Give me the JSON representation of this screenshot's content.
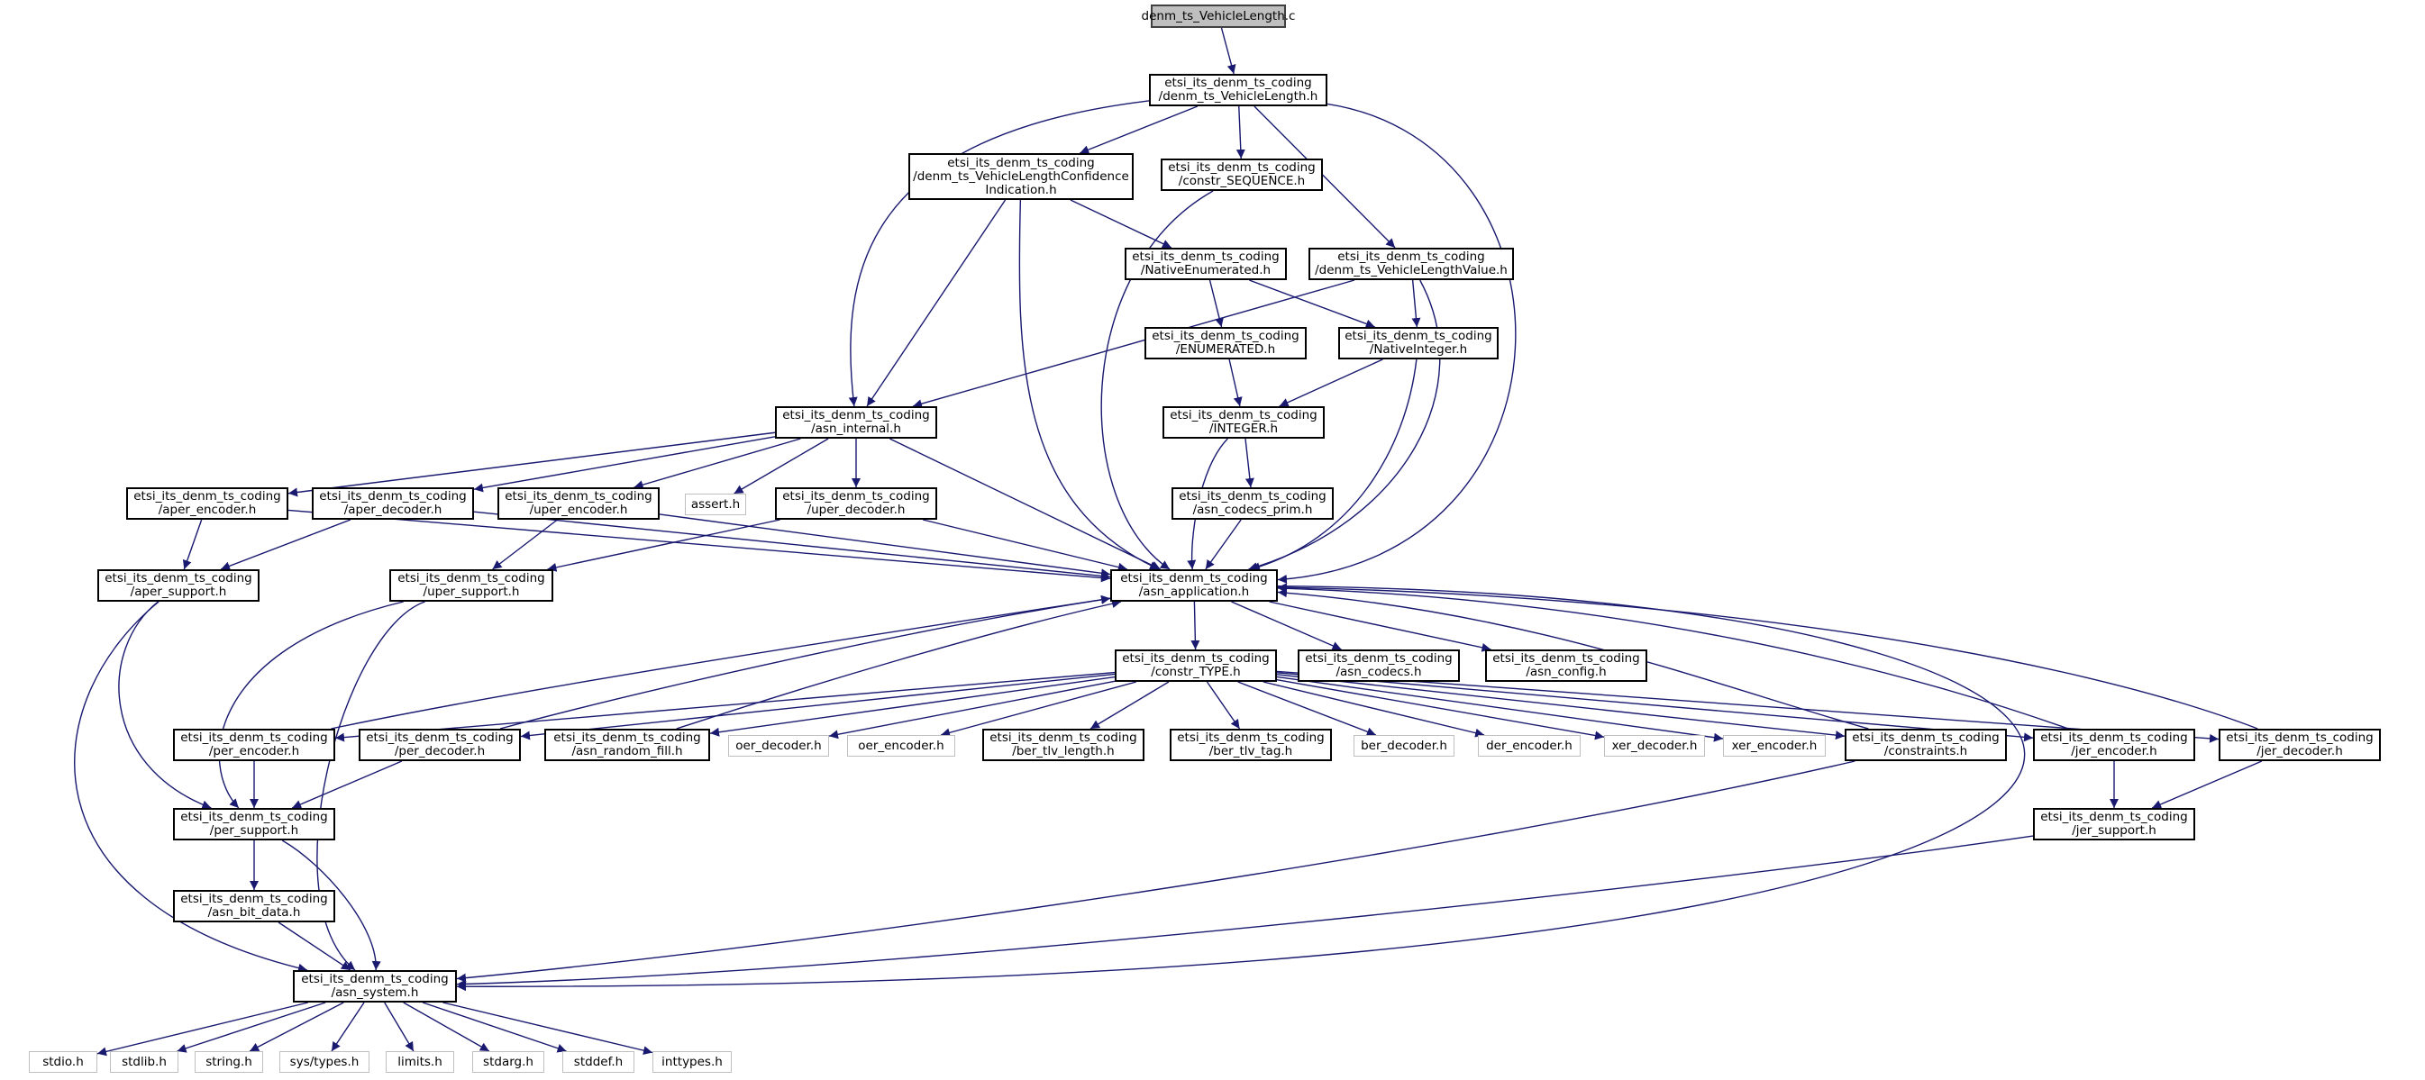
{
  "diagram": {
    "type": "include-dependency-graph",
    "edge_color": "#191970",
    "root_fill": "#bfbfbf",
    "external_border": "#bfbfbf",
    "nodes": [
      {
        "id": "root",
        "lines": [
          "denm_ts_VehicleLength.c"
        ],
        "kind": "root"
      },
      {
        "id": "vl_h",
        "lines": [
          "etsi_its_denm_ts_coding",
          "/denm_ts_VehicleLength.h"
        ],
        "kind": "local"
      },
      {
        "id": "vlci_h",
        "lines": [
          "etsi_its_denm_ts_coding",
          "/denm_ts_VehicleLengthConfidence",
          "Indication.h"
        ],
        "kind": "local"
      },
      {
        "id": "constr_seq",
        "lines": [
          "etsi_its_denm_ts_coding",
          "/constr_SEQUENCE.h"
        ],
        "kind": "local"
      },
      {
        "id": "native_enum",
        "lines": [
          "etsi_its_denm_ts_coding",
          "/NativeEnumerated.h"
        ],
        "kind": "local"
      },
      {
        "id": "vlv_h",
        "lines": [
          "etsi_its_denm_ts_coding",
          "/denm_ts_VehicleLengthValue.h"
        ],
        "kind": "local"
      },
      {
        "id": "enumerated",
        "lines": [
          "etsi_its_denm_ts_coding",
          "/ENUMERATED.h"
        ],
        "kind": "local"
      },
      {
        "id": "native_int",
        "lines": [
          "etsi_its_denm_ts_coding",
          "/NativeInteger.h"
        ],
        "kind": "local"
      },
      {
        "id": "asn_internal",
        "lines": [
          "etsi_its_denm_ts_coding",
          "/asn_internal.h"
        ],
        "kind": "local"
      },
      {
        "id": "integer",
        "lines": [
          "etsi_its_denm_ts_coding",
          "/INTEGER.h"
        ],
        "kind": "local"
      },
      {
        "id": "aper_enc",
        "lines": [
          "etsi_its_denm_ts_coding",
          "/aper_encoder.h"
        ],
        "kind": "local"
      },
      {
        "id": "aper_dec",
        "lines": [
          "etsi_its_denm_ts_coding",
          "/aper_decoder.h"
        ],
        "kind": "local"
      },
      {
        "id": "uper_enc",
        "lines": [
          "etsi_its_denm_ts_coding",
          "/uper_encoder.h"
        ],
        "kind": "local"
      },
      {
        "id": "assert",
        "lines": [
          "assert.h"
        ],
        "kind": "ext"
      },
      {
        "id": "uper_dec",
        "lines": [
          "etsi_its_denm_ts_coding",
          "/uper_decoder.h"
        ],
        "kind": "local"
      },
      {
        "id": "codecs_prim",
        "lines": [
          "etsi_its_denm_ts_coding",
          "/asn_codecs_prim.h"
        ],
        "kind": "local"
      },
      {
        "id": "aper_sup",
        "lines": [
          "etsi_its_denm_ts_coding",
          "/aper_support.h"
        ],
        "kind": "local"
      },
      {
        "id": "uper_sup",
        "lines": [
          "etsi_its_denm_ts_coding",
          "/uper_support.h"
        ],
        "kind": "local"
      },
      {
        "id": "asn_app",
        "lines": [
          "etsi_its_denm_ts_coding",
          "/asn_application.h"
        ],
        "kind": "local"
      },
      {
        "id": "constr_type",
        "lines": [
          "etsi_its_denm_ts_coding",
          "/constr_TYPE.h"
        ],
        "kind": "local"
      },
      {
        "id": "asn_codecs",
        "lines": [
          "etsi_its_denm_ts_coding",
          "/asn_codecs.h"
        ],
        "kind": "local"
      },
      {
        "id": "asn_config",
        "lines": [
          "etsi_its_denm_ts_coding",
          "/asn_config.h"
        ],
        "kind": "local"
      },
      {
        "id": "per_enc",
        "lines": [
          "etsi_its_denm_ts_coding",
          "/per_encoder.h"
        ],
        "kind": "local"
      },
      {
        "id": "per_dec",
        "lines": [
          "etsi_its_denm_ts_coding",
          "/per_decoder.h"
        ],
        "kind": "local"
      },
      {
        "id": "random_fill",
        "lines": [
          "etsi_its_denm_ts_coding",
          "/asn_random_fill.h"
        ],
        "kind": "local"
      },
      {
        "id": "oer_dec",
        "lines": [
          "oer_decoder.h"
        ],
        "kind": "ext"
      },
      {
        "id": "oer_enc",
        "lines": [
          "oer_encoder.h"
        ],
        "kind": "ext"
      },
      {
        "id": "ber_tlv_len",
        "lines": [
          "etsi_its_denm_ts_coding",
          "/ber_tlv_length.h"
        ],
        "kind": "local"
      },
      {
        "id": "ber_tlv_tag",
        "lines": [
          "etsi_its_denm_ts_coding",
          "/ber_tlv_tag.h"
        ],
        "kind": "local"
      },
      {
        "id": "ber_dec",
        "lines": [
          "ber_decoder.h"
        ],
        "kind": "ext"
      },
      {
        "id": "der_enc",
        "lines": [
          "der_encoder.h"
        ],
        "kind": "ext"
      },
      {
        "id": "xer_dec",
        "lines": [
          "xer_decoder.h"
        ],
        "kind": "ext"
      },
      {
        "id": "xer_enc",
        "lines": [
          "xer_encoder.h"
        ],
        "kind": "ext"
      },
      {
        "id": "constraints",
        "lines": [
          "etsi_its_denm_ts_coding",
          "/constraints.h"
        ],
        "kind": "local"
      },
      {
        "id": "jer_enc",
        "lines": [
          "etsi_its_denm_ts_coding",
          "/jer_encoder.h"
        ],
        "kind": "local"
      },
      {
        "id": "jer_dec",
        "lines": [
          "etsi_its_denm_ts_coding",
          "/jer_decoder.h"
        ],
        "kind": "local"
      },
      {
        "id": "per_sup",
        "lines": [
          "etsi_its_denm_ts_coding",
          "/per_support.h"
        ],
        "kind": "local"
      },
      {
        "id": "jer_sup",
        "lines": [
          "etsi_its_denm_ts_coding",
          "/jer_support.h"
        ],
        "kind": "local"
      },
      {
        "id": "bit_data",
        "lines": [
          "etsi_its_denm_ts_coding",
          "/asn_bit_data.h"
        ],
        "kind": "local"
      },
      {
        "id": "asn_system",
        "lines": [
          "etsi_its_denm_ts_coding",
          "/asn_system.h"
        ],
        "kind": "local"
      },
      {
        "id": "stdio",
        "lines": [
          "stdio.h"
        ],
        "kind": "ext"
      },
      {
        "id": "stdlib",
        "lines": [
          "stdlib.h"
        ],
        "kind": "ext"
      },
      {
        "id": "string",
        "lines": [
          "string.h"
        ],
        "kind": "ext"
      },
      {
        "id": "systypes",
        "lines": [
          "sys/types.h"
        ],
        "kind": "ext"
      },
      {
        "id": "limits",
        "lines": [
          "limits.h"
        ],
        "kind": "ext"
      },
      {
        "id": "stdarg",
        "lines": [
          "stdarg.h"
        ],
        "kind": "ext"
      },
      {
        "id": "stddef",
        "lines": [
          "stddef.h"
        ],
        "kind": "ext"
      },
      {
        "id": "inttypes",
        "lines": [
          "inttypes.h"
        ],
        "kind": "ext"
      }
    ],
    "edges": [
      [
        "root",
        "vl_h"
      ],
      [
        "vl_h",
        "vlci_h"
      ],
      [
        "vl_h",
        "constr_seq"
      ],
      [
        "vl_h",
        "vlv_h"
      ],
      [
        "vl_h",
        "asn_internal"
      ],
      [
        "vl_h",
        "asn_app"
      ],
      [
        "vlci_h",
        "native_enum"
      ],
      [
        "vlci_h",
        "asn_internal"
      ],
      [
        "vlci_h",
        "asn_app"
      ],
      [
        "constr_seq",
        "asn_app"
      ],
      [
        "native_enum",
        "enumerated"
      ],
      [
        "native_enum",
        "native_int"
      ],
      [
        "vlv_h",
        "native_int"
      ],
      [
        "vlv_h",
        "asn_internal"
      ],
      [
        "vlv_h",
        "asn_app"
      ],
      [
        "enumerated",
        "integer"
      ],
      [
        "native_int",
        "integer"
      ],
      [
        "native_int",
        "asn_app"
      ],
      [
        "integer",
        "codecs_prim"
      ],
      [
        "integer",
        "asn_app"
      ],
      [
        "codecs_prim",
        "asn_app"
      ],
      [
        "asn_internal",
        "aper_enc"
      ],
      [
        "asn_internal",
        "aper_dec"
      ],
      [
        "asn_internal",
        "uper_enc"
      ],
      [
        "asn_internal",
        "assert"
      ],
      [
        "asn_internal",
        "uper_dec"
      ],
      [
        "asn_internal",
        "asn_app"
      ],
      [
        "aper_enc",
        "aper_sup"
      ],
      [
        "aper_enc",
        "asn_app"
      ],
      [
        "aper_dec",
        "aper_sup"
      ],
      [
        "aper_dec",
        "asn_app"
      ],
      [
        "uper_enc",
        "uper_sup"
      ],
      [
        "uper_enc",
        "asn_app"
      ],
      [
        "uper_dec",
        "uper_sup"
      ],
      [
        "uper_dec",
        "asn_app"
      ],
      [
        "aper_sup",
        "per_sup"
      ],
      [
        "aper_sup",
        "asn_system"
      ],
      [
        "uper_sup",
        "per_sup"
      ],
      [
        "uper_sup",
        "asn_system"
      ],
      [
        "asn_app",
        "constr_type"
      ],
      [
        "asn_app",
        "asn_codecs"
      ],
      [
        "asn_app",
        "asn_config"
      ],
      [
        "asn_app",
        "asn_system"
      ],
      [
        "constr_type",
        "per_enc"
      ],
      [
        "constr_type",
        "per_dec"
      ],
      [
        "constr_type",
        "random_fill"
      ],
      [
        "constr_type",
        "oer_dec"
      ],
      [
        "constr_type",
        "oer_enc"
      ],
      [
        "constr_type",
        "ber_tlv_len"
      ],
      [
        "constr_type",
        "ber_tlv_tag"
      ],
      [
        "constr_type",
        "ber_dec"
      ],
      [
        "constr_type",
        "der_enc"
      ],
      [
        "constr_type",
        "xer_dec"
      ],
      [
        "constr_type",
        "xer_enc"
      ],
      [
        "constr_type",
        "constraints"
      ],
      [
        "constr_type",
        "jer_enc"
      ],
      [
        "constr_type",
        "jer_dec"
      ],
      [
        "per_enc",
        "per_sup"
      ],
      [
        "per_enc",
        "asn_app"
      ],
      [
        "per_dec",
        "per_sup"
      ],
      [
        "per_dec",
        "asn_app"
      ],
      [
        "random_fill",
        "asn_app"
      ],
      [
        "constraints",
        "asn_app"
      ],
      [
        "constraints",
        "asn_system"
      ],
      [
        "jer_enc",
        "jer_sup"
      ],
      [
        "jer_enc",
        "asn_app"
      ],
      [
        "jer_dec",
        "jer_sup"
      ],
      [
        "jer_dec",
        "asn_app"
      ],
      [
        "per_sup",
        "bit_data"
      ],
      [
        "per_sup",
        "asn_system"
      ],
      [
        "jer_sup",
        "asn_system"
      ],
      [
        "bit_data",
        "asn_system"
      ],
      [
        "asn_system",
        "stdio"
      ],
      [
        "asn_system",
        "stdlib"
      ],
      [
        "asn_system",
        "string"
      ],
      [
        "asn_system",
        "systypes"
      ],
      [
        "asn_system",
        "limits"
      ],
      [
        "asn_system",
        "stdarg"
      ],
      [
        "asn_system",
        "stddef"
      ],
      [
        "asn_system",
        "inttypes"
      ]
    ]
  }
}
